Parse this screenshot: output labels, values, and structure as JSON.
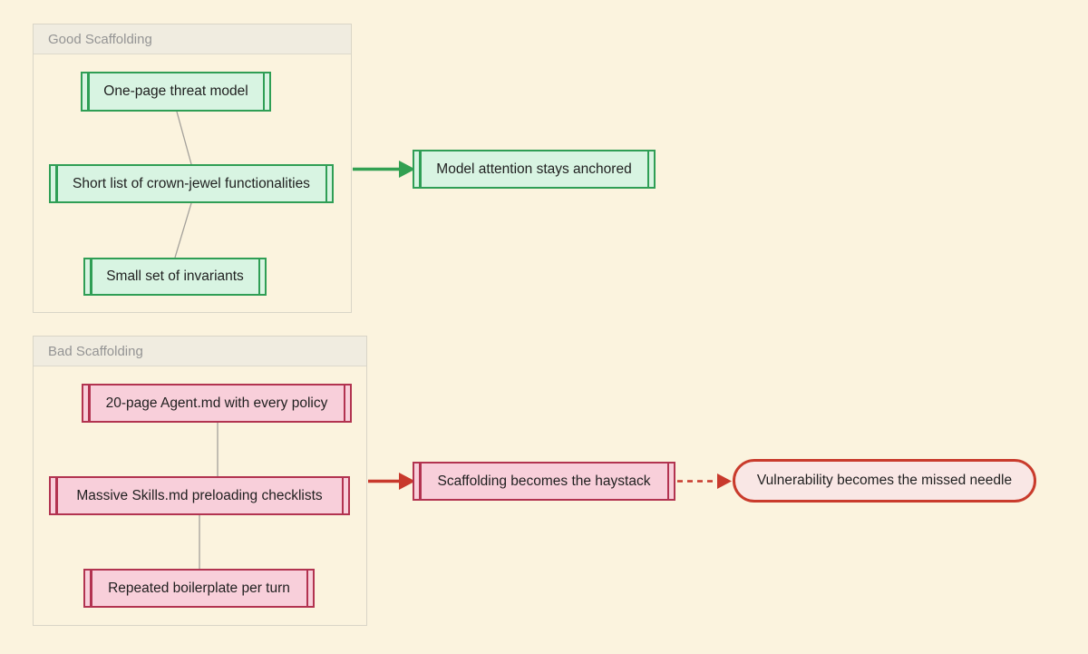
{
  "page": {
    "background_color": "#fbf3de"
  },
  "good_subgraph": {
    "title": "Good Scaffolding",
    "accent_color": "#2f9e55",
    "node_fill_color": "#d8f4e2",
    "arrow_color": "#32a052",
    "nodes": [
      {
        "label": "One-page threat model"
      },
      {
        "label": "Short list of crown-jewel functionalities"
      },
      {
        "label": "Small set of invariants"
      }
    ],
    "result": {
      "label": "Model attention stays anchored"
    }
  },
  "bad_subgraph": {
    "title": "Bad Scaffolding",
    "accent_color": "#b23350",
    "node_fill_color": "#f8cfda",
    "arrow_color": "#c8392c",
    "nodes": [
      {
        "label": "20-page Agent.md with every policy"
      },
      {
        "label": "Massive Skills.md preloading checklists"
      },
      {
        "label": "Repeated boilerplate per turn"
      }
    ],
    "result": {
      "label": "Scaffolding becomes the haystack"
    },
    "outcome": {
      "label": "Vulnerability becomes the missed needle",
      "border_color": "#c93b2c",
      "fill_color": "#f9e7e5"
    }
  },
  "edge_colors": {
    "internal_link": "#a3a09a",
    "good_arrow": "#32a052",
    "bad_arrow": "#c8392c"
  }
}
